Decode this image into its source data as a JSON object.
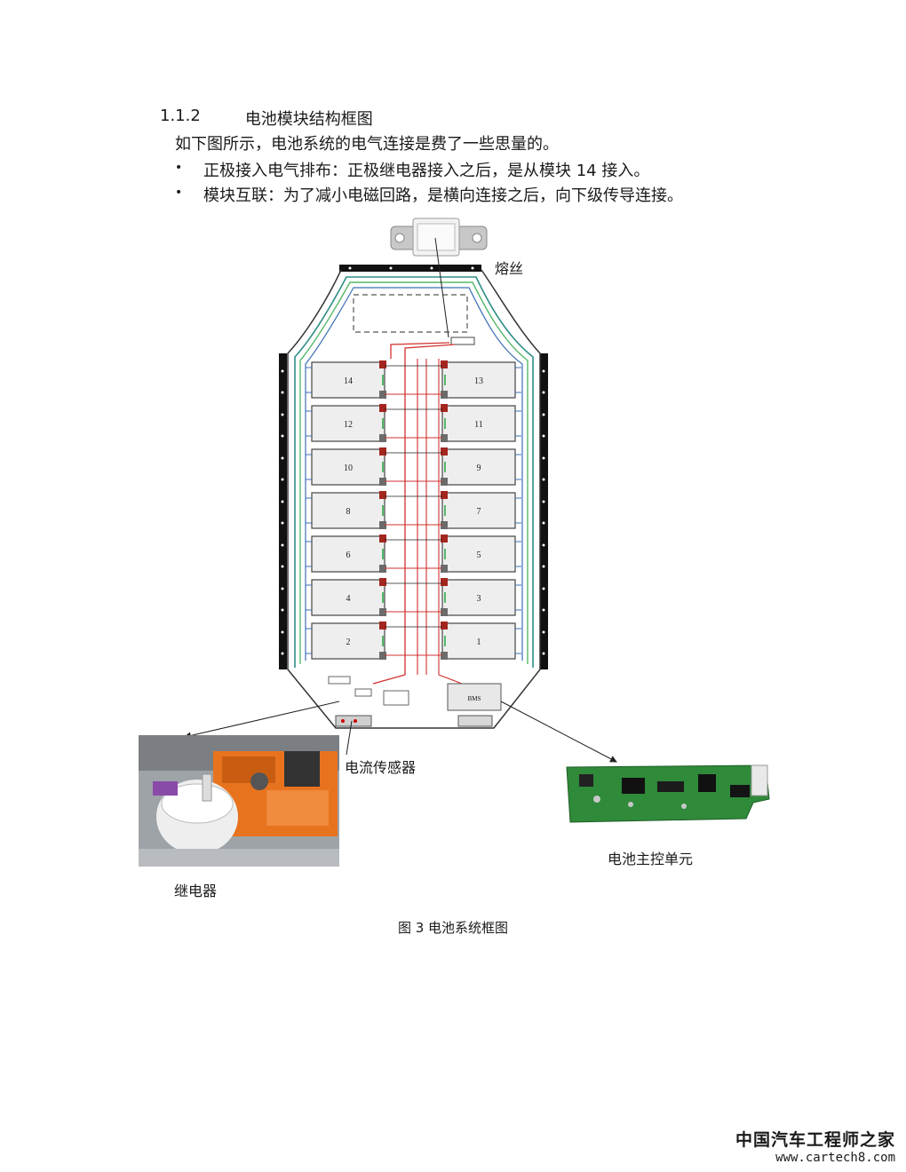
{
  "section": {
    "number": "1.1.2",
    "title": "电池模块结构框图"
  },
  "intro": "如下图所示，电池系统的电气连接是费了一些思量的。",
  "bullets": [
    {
      "marker": "•",
      "text": "正极接入电气排布：正极继电器接入之后，是从模块 14 接入。"
    },
    {
      "marker": "•",
      "text": "模块互联：为了减小电磁回路，是横向连接之后，向下级传导连接。"
    }
  ],
  "figure": {
    "fuse_label": "熔丝",
    "current_sensor_label": "电流传感器",
    "relay_label": "继电器",
    "bmu_label": "电池主控单元",
    "bms_text": "BMS",
    "modules_left": [
      "14",
      "12",
      "10",
      "8",
      "6",
      "4",
      "2"
    ],
    "modules_right": [
      "13",
      "11",
      "9",
      "7",
      "5",
      "3",
      "1"
    ],
    "caption": "图 3 电池系统框图"
  },
  "watermark": {
    "title": "中国汽车工程师之家",
    "url": "www.cartech8.com"
  },
  "colors": {
    "red_wire": "#d23030",
    "teal_wire": "#2f8f86",
    "green_wire": "#56b86a",
    "blue_wire": "#3b6fb4",
    "pcb_green": "#2f8a3a",
    "relay_orange": "#e8731e"
  }
}
